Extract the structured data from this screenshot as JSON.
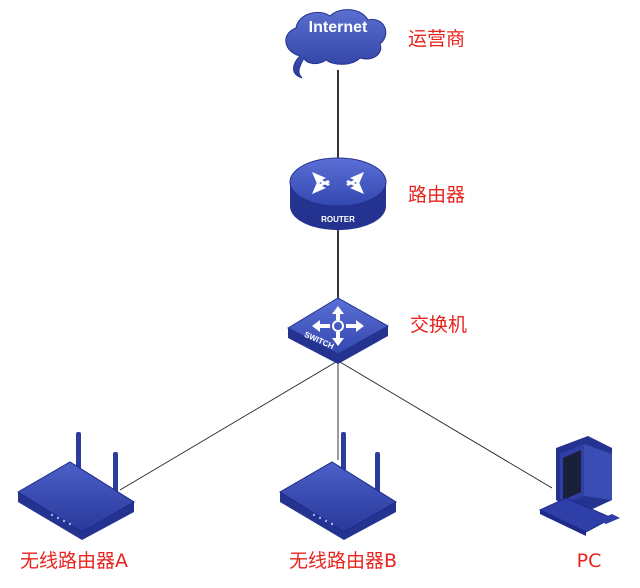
{
  "nodes": {
    "internet": {
      "text": "Internet",
      "label": "运营商"
    },
    "router": {
      "text": "ROUTER",
      "label": "路由器"
    },
    "switch": {
      "text": "SWITCH",
      "label": "交换机"
    },
    "wireless_a": {
      "label": "无线路由器A"
    },
    "wireless_b": {
      "label": "无线路由器B"
    },
    "pc": {
      "label": "PC"
    }
  },
  "colors": {
    "device_dark": "#1d2a8a",
    "device_mid": "#3a4db5",
    "device_light": "#5b70d6",
    "label": "#e8231e",
    "link": "#000000"
  }
}
